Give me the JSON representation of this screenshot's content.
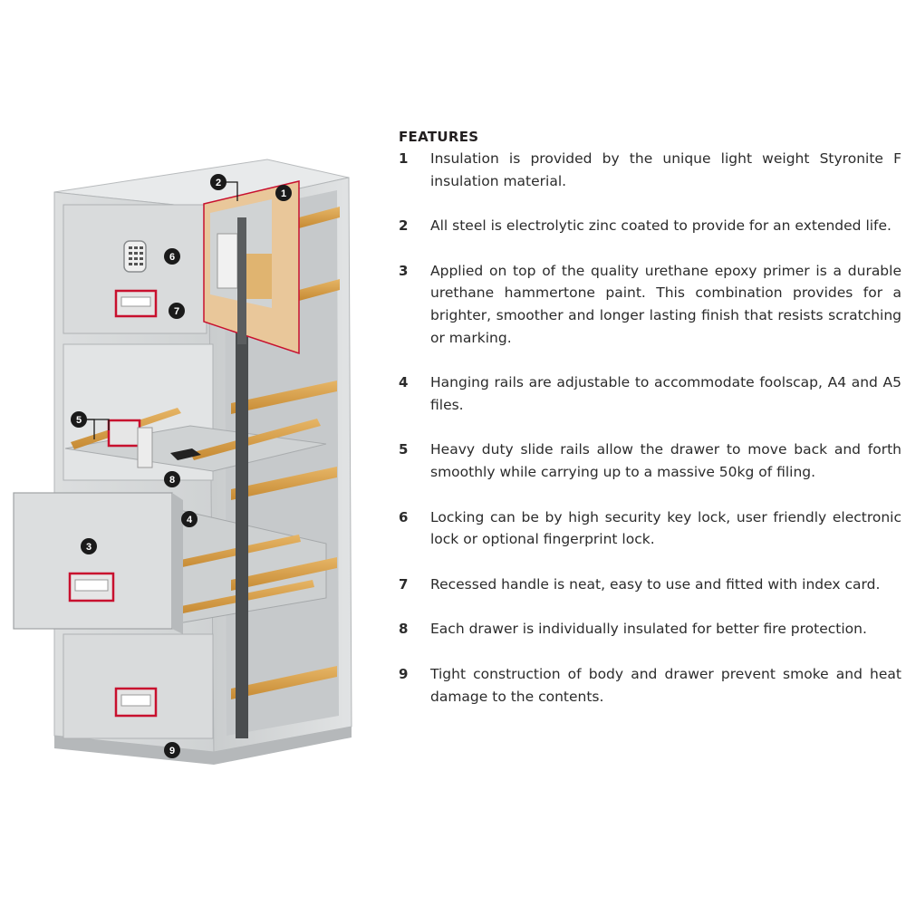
{
  "features": {
    "heading": "FEATURES",
    "items": [
      {
        "num": "1",
        "text": "Insulation is provided by the unique light weight Styronite F insulation material."
      },
      {
        "num": "2",
        "text": "All steel is electrolytic zinc coated to provide for an extended life."
      },
      {
        "num": "3",
        "text": "Applied on top of the quality urethane epoxy primer is a durable urethane hammertone paint. This combination provides for a brighter, smoother and longer lasting finish that resists scratching or marking."
      },
      {
        "num": "4",
        "text": "Hanging rails are adjustable to accommodate foolscap, A4 and A5 files."
      },
      {
        "num": "5",
        "text": "Heavy duty slide rails allow the drawer to move back and forth smoothly while carrying up to a massive 50kg of filing."
      },
      {
        "num": "6",
        "text": "Locking can be by high security key lock, user friendly electronic lock or optional fingerprint lock."
      },
      {
        "num": "7",
        "text": "Recessed handle is neat, easy to use and fitted with index card."
      },
      {
        "num": "8",
        "text": "Each drawer is individually insulated for better fire protection."
      },
      {
        "num": "9",
        "text": "Tight construction of body and drawer prevent smoke and heat damage to the contents."
      }
    ]
  },
  "callouts": [
    "1",
    "2",
    "3",
    "4",
    "5",
    "6",
    "7",
    "8",
    "9"
  ],
  "colors": {
    "cabinet_body": "#d6d8d9",
    "cabinet_shadow": "#b9bcbe",
    "rail_orange": "#d9a24c",
    "insulation_tan": "#e9c79a",
    "handle_red": "#c8102e",
    "callout_black": "#1a1a1a"
  }
}
